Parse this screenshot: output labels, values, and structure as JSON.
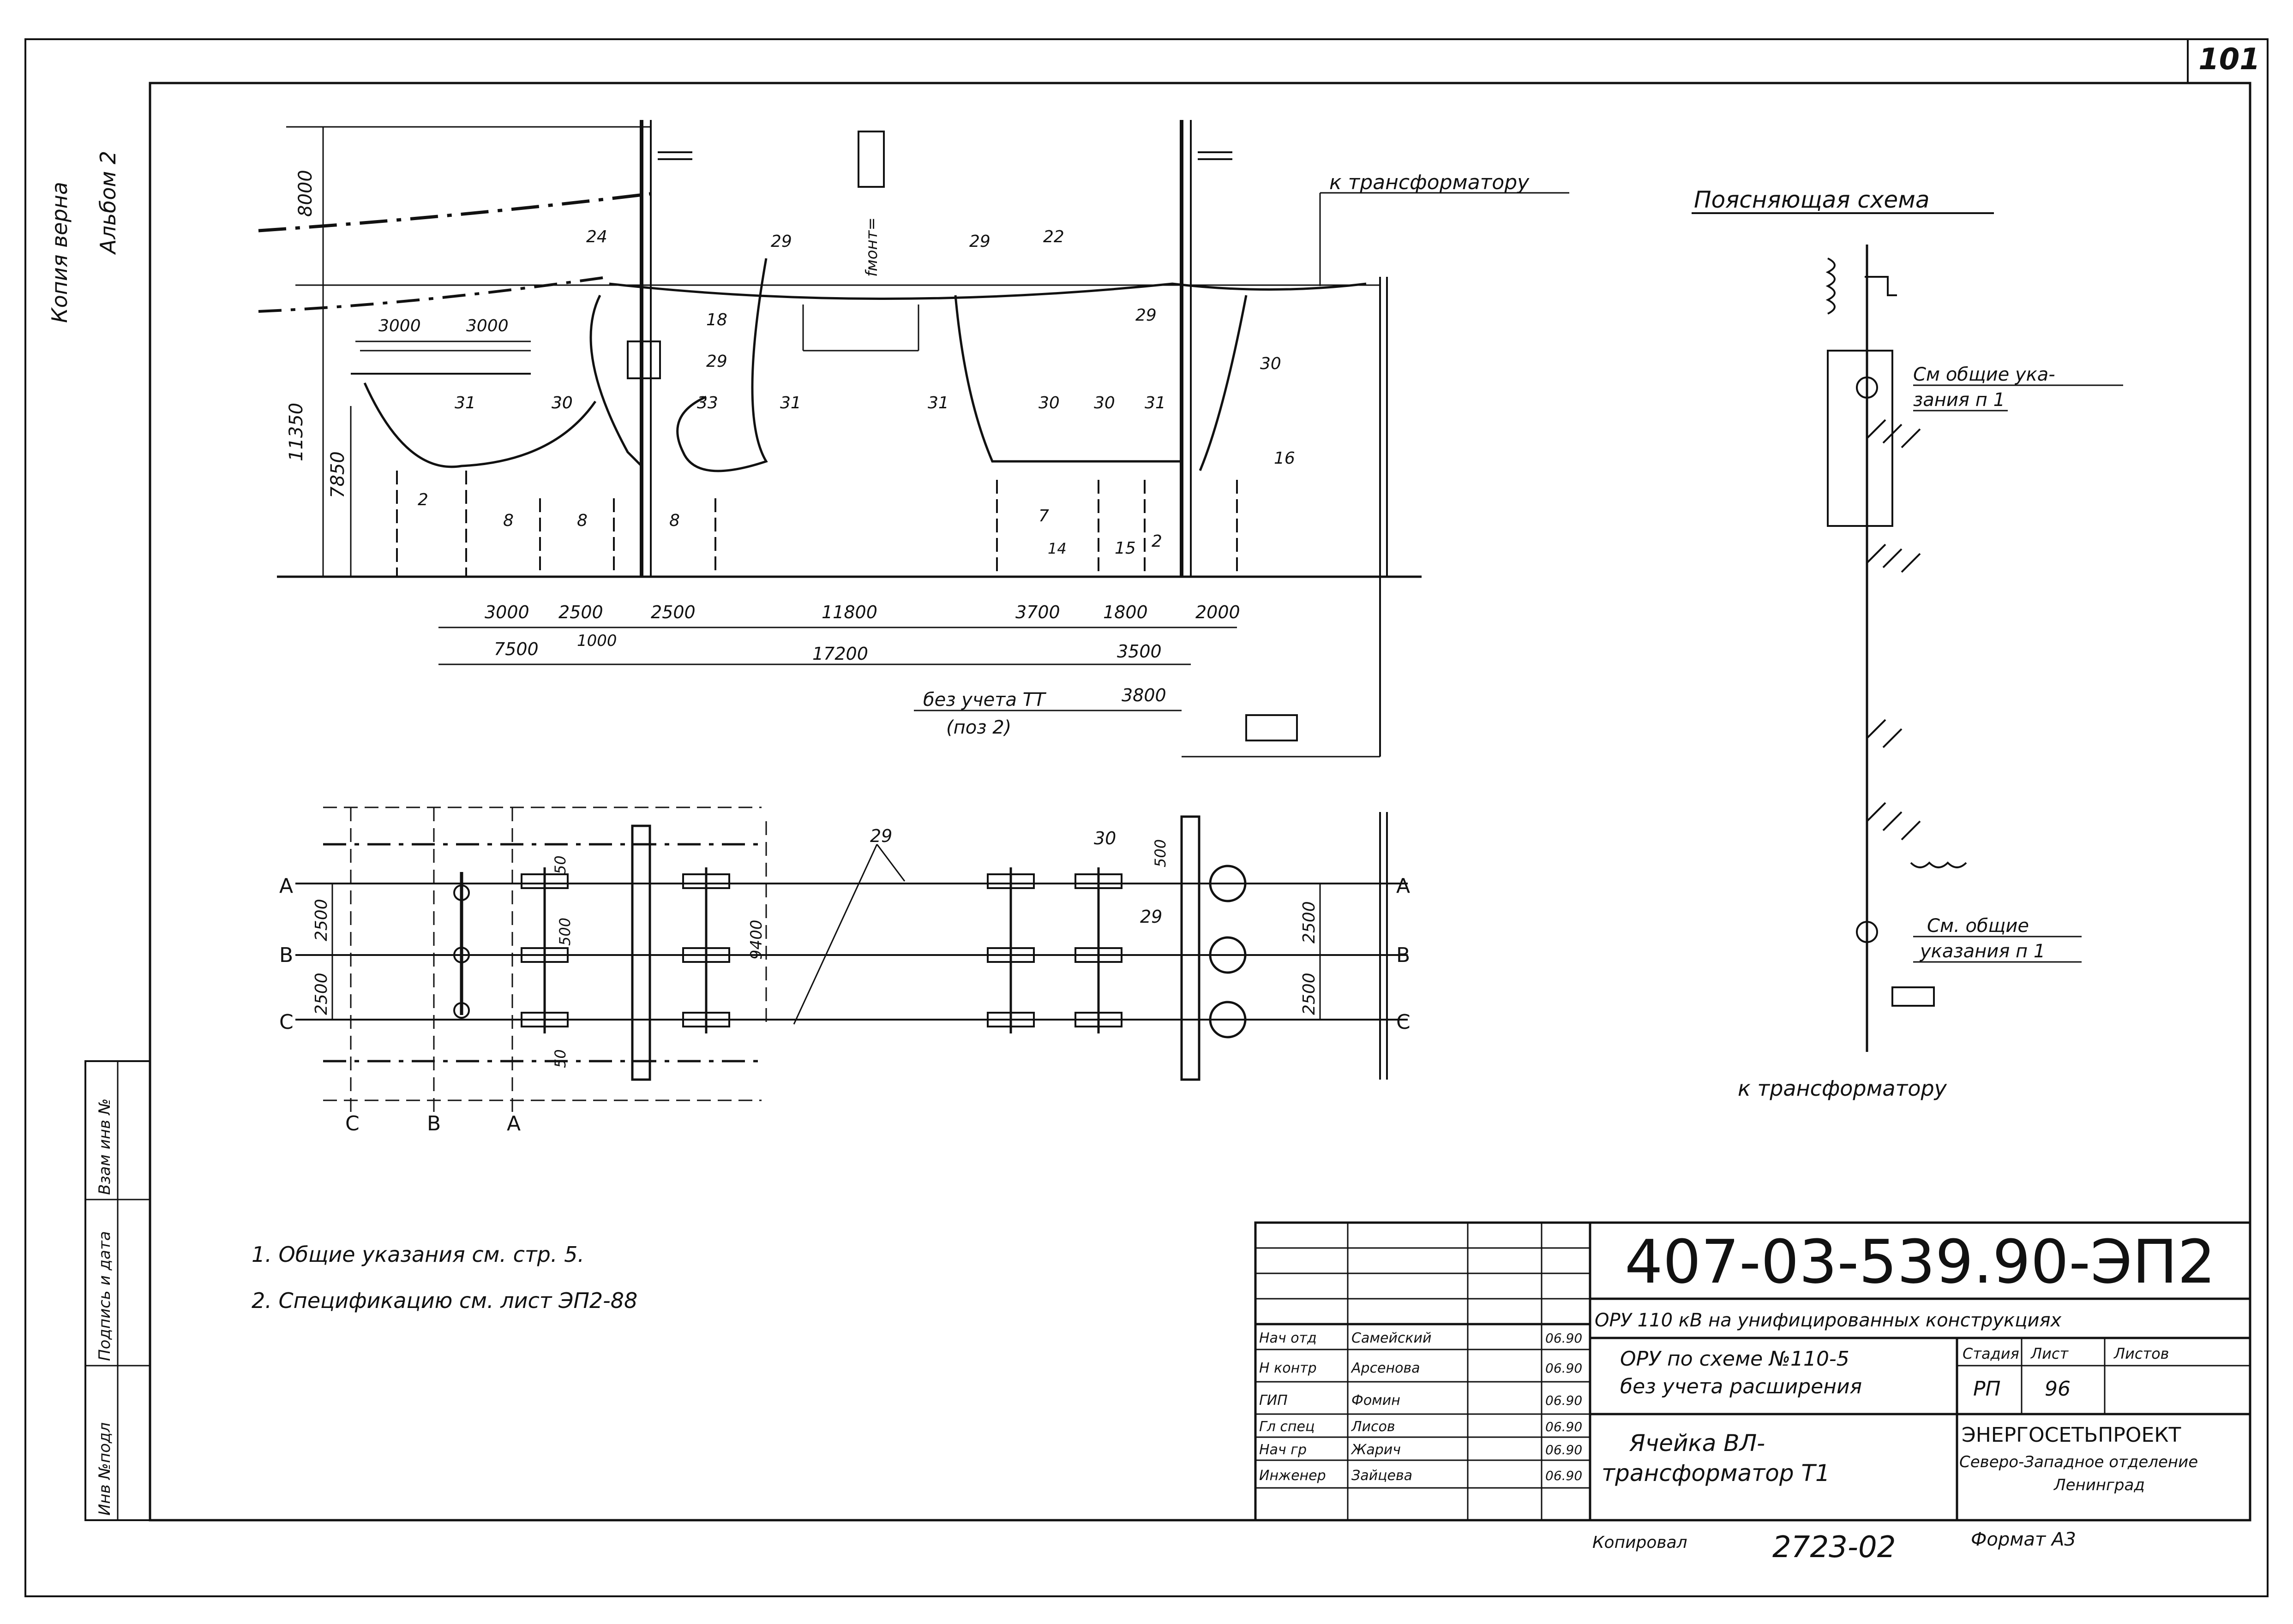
{
  "sheet_number": "101",
  "margin_notes": {
    "copy_true": "Копия верна",
    "album": "Альбом 2"
  },
  "side_stamp": {
    "inv_original": "Инв №подл",
    "signature_date": "Подпись и дата",
    "replace_inv": "Взам инв №"
  },
  "elevation": {
    "label_transformer": "к трансформатору",
    "label_fmont": "fмонт=",
    "height_8000": "8000",
    "height_11350": "11350",
    "height_7850": "7850",
    "dim_top": [
      "3000",
      "3000"
    ],
    "dims_row1": [
      "3000",
      "2500",
      "2500",
      "11800",
      "3700",
      "1800",
      "2000"
    ],
    "dims_row2": [
      "7500",
      "1000",
      "17200",
      "3500"
    ],
    "dim_3800": "3800",
    "without_tt_line1": "без учета ТТ",
    "without_tt_line2": "(поз 2)",
    "callouts": [
      "24",
      "29",
      "18",
      "29",
      "30",
      "31",
      "30",
      "33",
      "31",
      "2",
      "8",
      "8",
      "8",
      "29",
      "22",
      "31",
      "30",
      "30",
      "31",
      "29",
      "30",
      "16",
      "7",
      "14",
      "15",
      "2"
    ]
  },
  "plan": {
    "phases": [
      "A",
      "B",
      "C"
    ],
    "bottom_letters": [
      "C",
      "B",
      "A"
    ],
    "dims_left": [
      "2500",
      "2500"
    ],
    "dims_right": [
      "2500",
      "2500"
    ],
    "dim_50_top": "50",
    "dim_50_bottom": "50",
    "dim_500_a": "500",
    "dim_500_b": "500",
    "dim_9400": "9400",
    "callouts": [
      "29",
      "30",
      "29"
    ]
  },
  "schematic": {
    "title": "Поясняющая схема",
    "note1_line1": "См общие ука-",
    "note1_line2": "зания п 1",
    "note2_line1": "См. общие",
    "note2_line2": "указания п 1",
    "bottom_label": "к трансформатору"
  },
  "notes": [
    "1. Общие указания см. стр. 5.",
    "2. Спецификацию см. лист ЭП2-88"
  ],
  "title_block": {
    "doc_code": "407-03-539.90-ЭП2",
    "project": "ОРУ 110 кВ на унифицированных конструкциях",
    "scheme_line1": "ОРУ по схеме №110-5",
    "scheme_line2": "без учета расширения",
    "drawing_name_line1": "Ячейка ВЛ-",
    "drawing_name_line2": "трансформатор Т1",
    "stage_label": "Стадия",
    "sheet_label": "Лист",
    "sheets_label": "Листов",
    "stage": "РП",
    "sheet": "96",
    "org_name": "ЭНЕРГОСЕТЬПРОЕКТ",
    "org_branch": "Северо-Западное отделение",
    "org_city": "Ленинград",
    "roles": [
      {
        "role": "Нач отд",
        "name": "Самейский",
        "date": "06.90"
      },
      {
        "role": "Н контр",
        "name": "Арсенова",
        "date": "06.90"
      },
      {
        "role": "ГИП",
        "name": "Фомин",
        "date": "06.90"
      },
      {
        "role": "Гл спец",
        "name": "Лисов",
        "date": "06.90"
      },
      {
        "role": "Нач гр",
        "name": "Жарич",
        "date": "06.90"
      },
      {
        "role": "Инженер",
        "name": "Зайцева",
        "date": "06.90"
      }
    ]
  },
  "footer": {
    "copied_by": "Копировал",
    "order_number": "2723-02",
    "format": "Формат А3"
  }
}
